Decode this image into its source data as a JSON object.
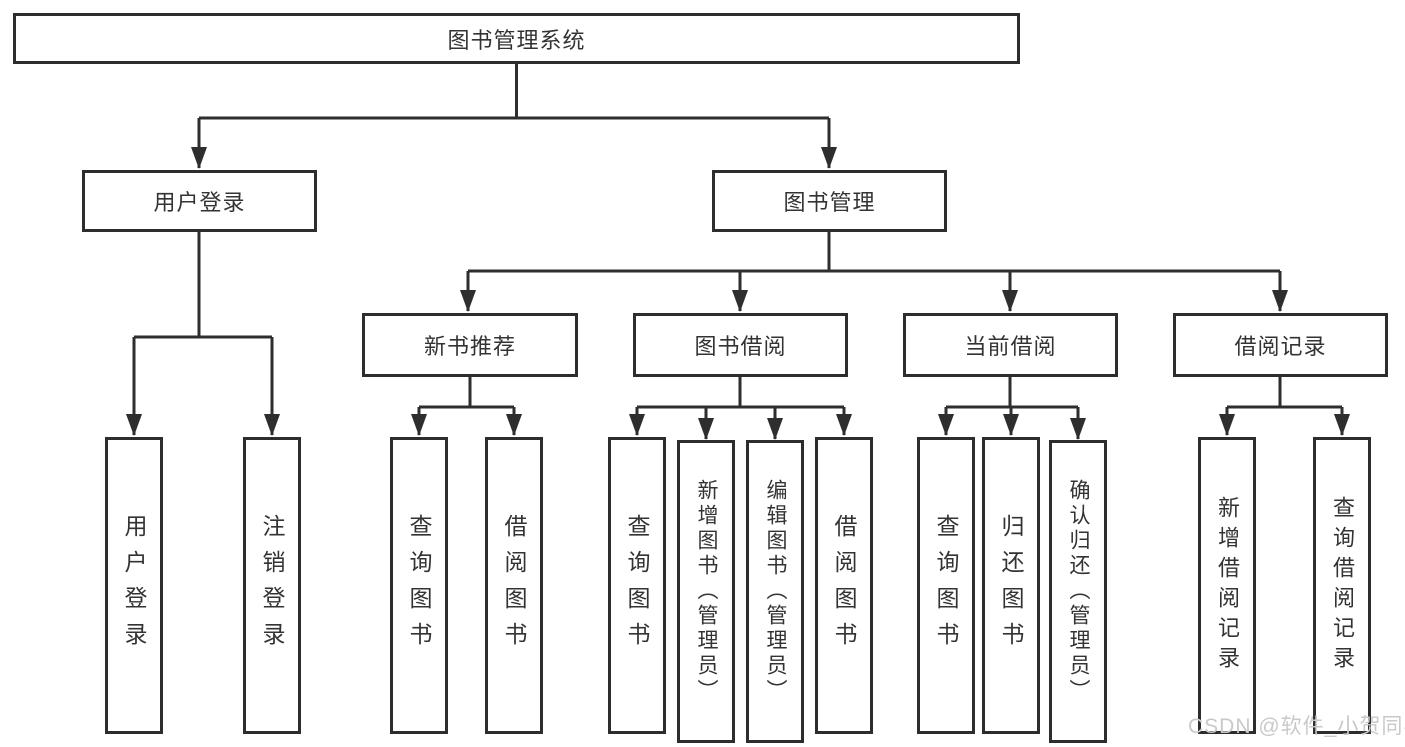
{
  "diagram": {
    "title": "图书管理系统",
    "branches": [
      {
        "label": "用户登录",
        "children": [
          "用户登录",
          "注销登录"
        ]
      },
      {
        "label": "图书管理",
        "groups": [
          {
            "label": "新书推荐",
            "children": [
              "查询图书",
              "借阅图书"
            ]
          },
          {
            "label": "图书借阅",
            "children": [
              "查询图书",
              "新增图书（管理员）",
              "编辑图书（管理员）",
              "借阅图书"
            ]
          },
          {
            "label": "当前借阅",
            "children": [
              "查询图书",
              "归还图书",
              "确认归还（管理员）"
            ]
          },
          {
            "label": "借阅记录",
            "children": [
              "新增借阅记录",
              "查询借阅记录"
            ]
          }
        ]
      }
    ]
  },
  "watermark": "CSDN @软件_小贺同学",
  "colors": {
    "line": "#2e2e2e",
    "border": "#2d2d2d",
    "text": "#333333",
    "background": "#ffffff",
    "watermark": "#c9c9c9"
  }
}
